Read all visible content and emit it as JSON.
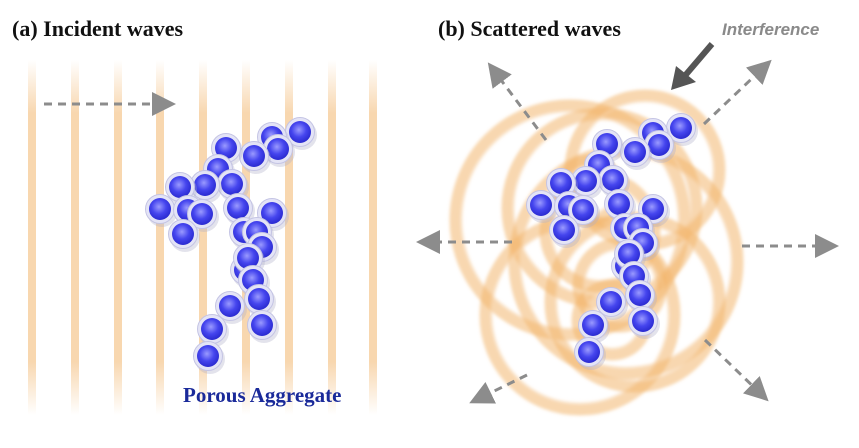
{
  "panel_a": {
    "title": "(a) Incident waves",
    "label": "Porous Aggregate"
  },
  "panel_b": {
    "title": "(b) Scattered waves",
    "annotation": "Interference"
  },
  "colors": {
    "wave": "#f2b66e",
    "particle_core": "#3c3ce8",
    "particle_rim": "#d8d8f4",
    "arrow": "#8c8c8c",
    "label_blue": "#1a2a9a"
  },
  "icons": [
    "dashed-arrow-icon",
    "interference-arrow-icon",
    "particle-icon"
  ]
}
